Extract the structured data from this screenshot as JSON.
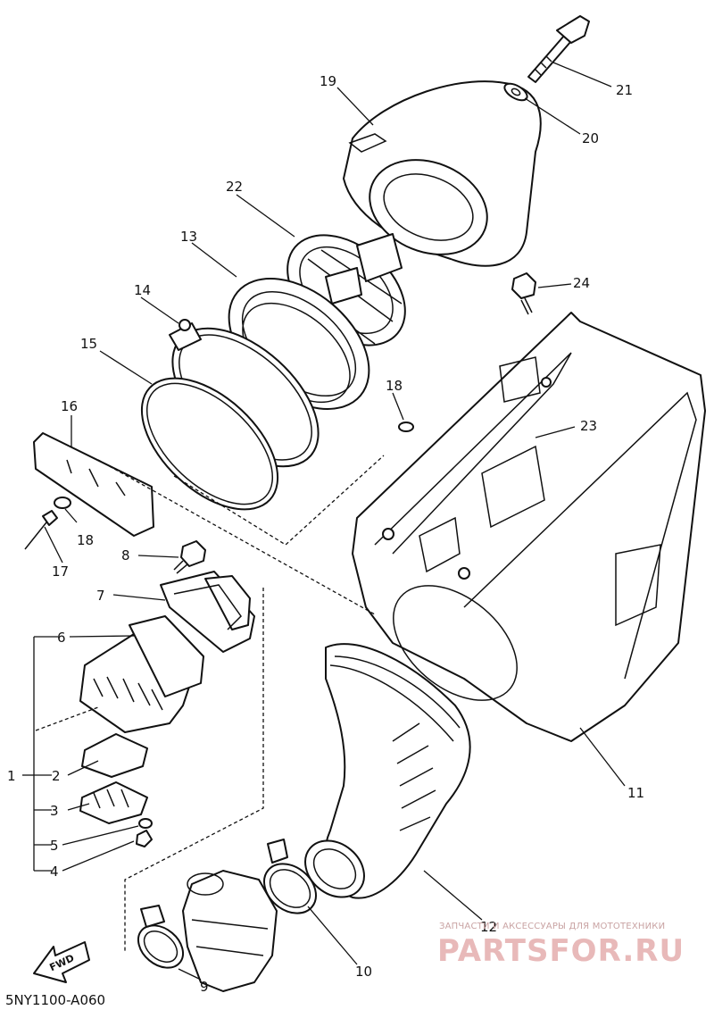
{
  "diagram_code": "5NY1100-A060",
  "fwd_arrow_text": "FWD",
  "watermark": {
    "subtitle": "ЗАПЧАСТИ И АКСЕССУАРЫ ДЛЯ МОТОТЕХНИКИ",
    "brand": "PARTSFOR.RU"
  },
  "callouts": {
    "p1": "1",
    "p2": "2",
    "p3": "3",
    "p4": "4",
    "p5": "5",
    "p6": "6",
    "p7": "7",
    "p8": "8",
    "p9": "9",
    "p10": "10",
    "p11": "11",
    "p12": "12",
    "p13": "13",
    "p14": "14",
    "p15": "15",
    "p16": "16",
    "p17": "17",
    "p18a": "18",
    "p18b": "18",
    "p19": "19",
    "p20": "20",
    "p21": "21",
    "p22": "22",
    "p23": "23",
    "p24": "24"
  }
}
